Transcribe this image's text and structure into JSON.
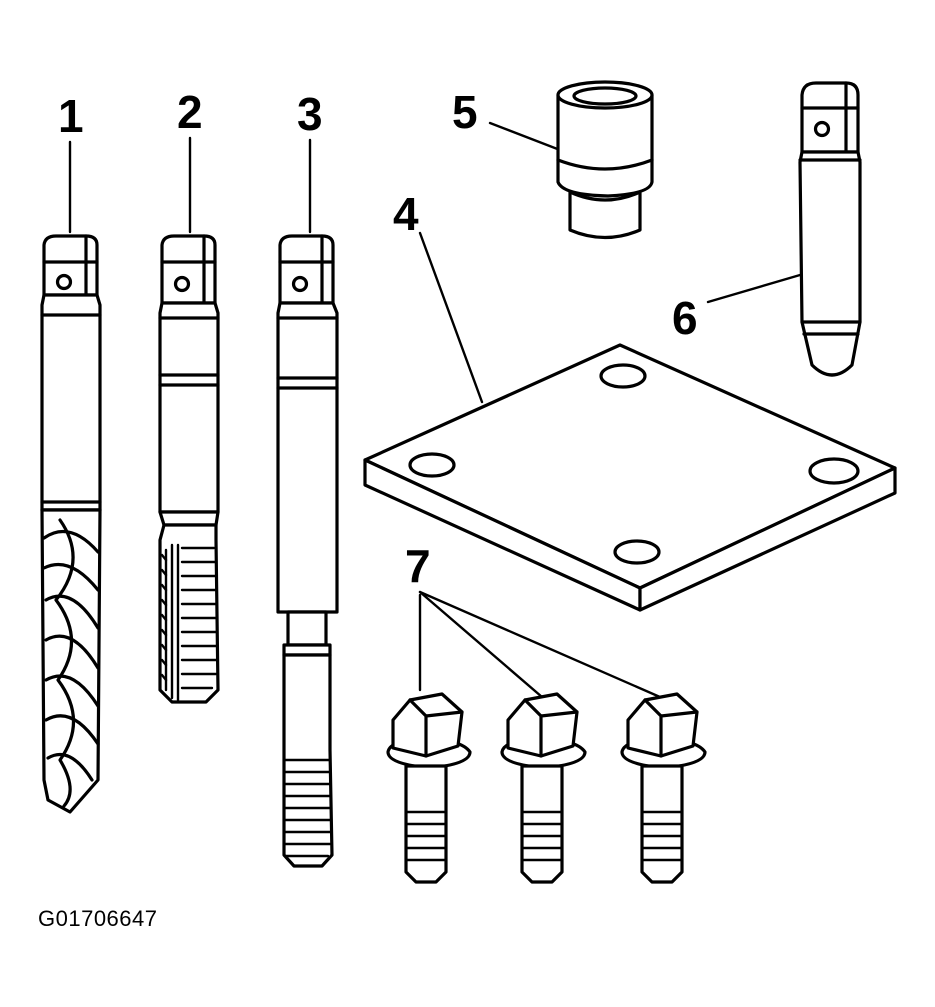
{
  "figure_id": "G01706647",
  "callouts": [
    "1",
    "2",
    "3",
    "4",
    "5",
    "6",
    "7"
  ]
}
